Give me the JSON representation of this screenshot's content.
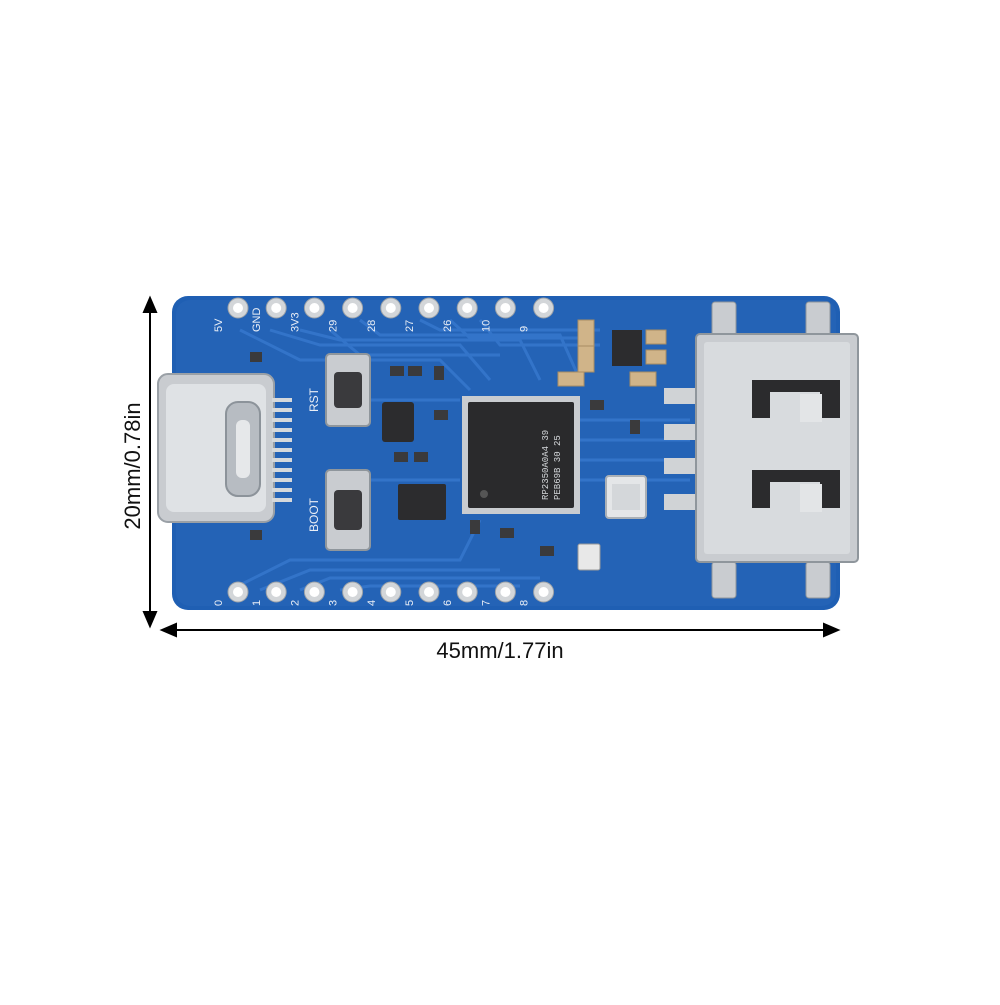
{
  "dimensions": {
    "width_label": "45mm/1.77in",
    "height_label": "20mm/0.78in"
  },
  "board": {
    "top_pins": [
      "5V",
      "GND",
      "3V3",
      "29",
      "28",
      "27",
      "26",
      "10",
      "9"
    ],
    "bottom_pins": [
      "0",
      "1",
      "2",
      "3",
      "4",
      "5",
      "6",
      "7",
      "8"
    ],
    "buttons": [
      "RST",
      "BOOT"
    ],
    "chip_lines": [
      "RP2350A0A4 39",
      "PEB69B 30 25"
    ],
    "colors": {
      "pcb": "#1f5fb3",
      "pcb_trace": "#2b6fc4",
      "silver": "#c9ccd0",
      "chip": "#2a2a2c",
      "background": "#ffffff"
    }
  }
}
